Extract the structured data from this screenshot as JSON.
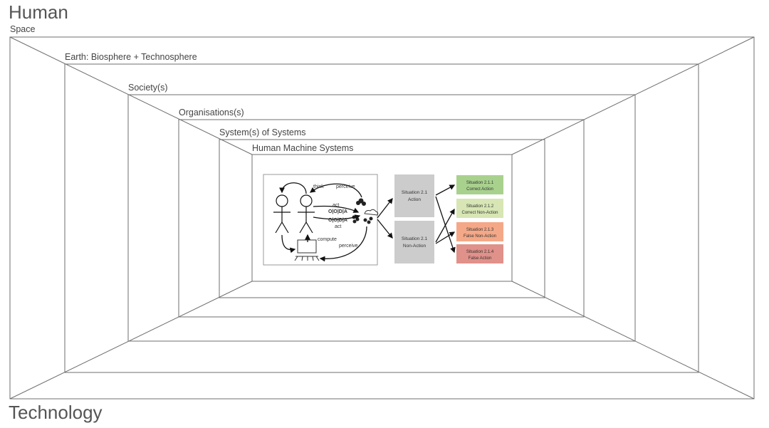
{
  "diagram": {
    "top_label": "Human",
    "bottom_label": "Technology",
    "layers": [
      "Space",
      "Earth: Biosphere + Technosphere",
      "Society(s)",
      "Organisations(s)",
      "System(s) of Systems",
      "Human Machine Systems"
    ],
    "hms_loop": {
      "think": "think",
      "perceive_top": "perceive",
      "act_top": "act",
      "ooda_1": "O|O|D|A",
      "ooda_2": "O|O|D|A",
      "act_bottom": "act",
      "compute": "compute",
      "perceive_bottom": "perceive"
    },
    "situations": {
      "action": [
        "Situation 2.1",
        "Action"
      ],
      "non_action": [
        "Situation 2.1",
        "Non-Action"
      ],
      "outcomes": [
        {
          "lines": [
            "Situation 2.1.1",
            "Correct Action"
          ],
          "color": "#a9d18e"
        },
        {
          "lines": [
            "Situation 2.1.2",
            "Correct Non-Action"
          ],
          "color": "#d7e6b4"
        },
        {
          "lines": [
            "Situation 2.1.3",
            "False Non-Action"
          ],
          "color": "#f4a887"
        },
        {
          "lines": [
            "Situation 2.1.4",
            "False Action"
          ],
          "color": "#e0918a"
        }
      ],
      "decision_box_color": "#cccccc"
    }
  }
}
